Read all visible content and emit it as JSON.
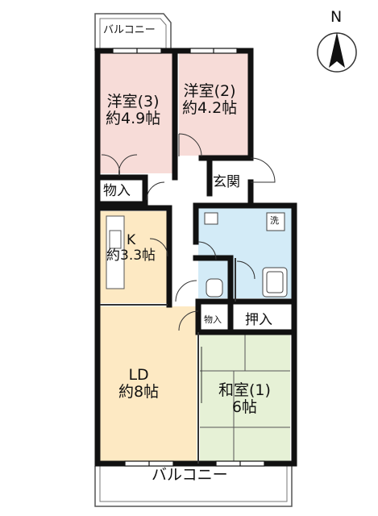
{
  "compass": {
    "label": "N"
  },
  "balconies": {
    "top": "バルコニー",
    "bottom": "バルコニー"
  },
  "rooms": {
    "western3": {
      "name": "洋室(3)",
      "size": "約4.9帖"
    },
    "western2": {
      "name": "洋室(2)",
      "size": "約4.2帖"
    },
    "storage_left": {
      "name": "物入"
    },
    "entrance": {
      "name": "玄関"
    },
    "laundry": {
      "name": "洗"
    },
    "kitchen": {
      "name": "K",
      "size": "約3.3帖"
    },
    "storage_small": {
      "name": "物入"
    },
    "closet": {
      "name": "押入"
    },
    "living_dining": {
      "name": "LD",
      "size": "約8帖"
    },
    "japanese1": {
      "name": "和室(1)",
      "size": "6帖"
    }
  },
  "colors": {
    "wall": "#111111",
    "pink": "#f7dcd8",
    "blue": "#d3ebf7",
    "tan": "#fde9c3",
    "green": "#e6f1d6",
    "balcony": "#ffffff",
    "hall": "#ffffff"
  }
}
